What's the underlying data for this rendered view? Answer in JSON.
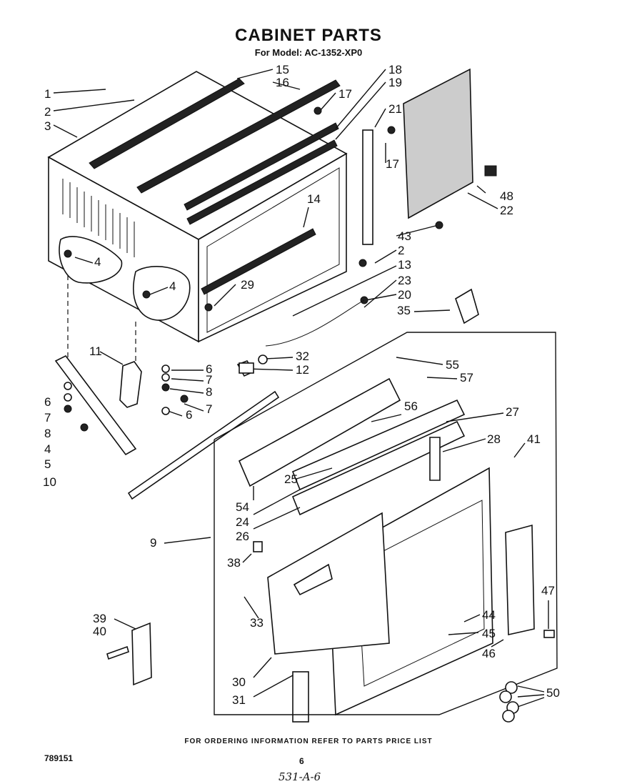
{
  "title": "CABINET PARTS",
  "subtitle": "For Model: AC-1352-XP0",
  "footer": "FOR ORDERING INFORMATION REFER TO PARTS PRICE LIST",
  "doc_number": "789151",
  "page_number": "6",
  "handwritten_note": "531-A-6",
  "callouts": [
    "1",
    "2",
    "3",
    "15",
    "16",
    "17",
    "18",
    "19",
    "21",
    "17",
    "48",
    "22",
    "14",
    "43",
    "2",
    "4",
    "4",
    "29",
    "13",
    "23",
    "20",
    "35",
    "11",
    "6",
    "7",
    "8",
    "7",
    "6",
    "32",
    "12",
    "55",
    "57",
    "56",
    "27",
    "6",
    "7",
    "8",
    "4",
    "5",
    "10",
    "28",
    "41",
    "25",
    "54",
    "24",
    "26",
    "9",
    "38",
    "33",
    "39",
    "40",
    "30",
    "31",
    "44",
    "45",
    "46",
    "47",
    "50"
  ]
}
